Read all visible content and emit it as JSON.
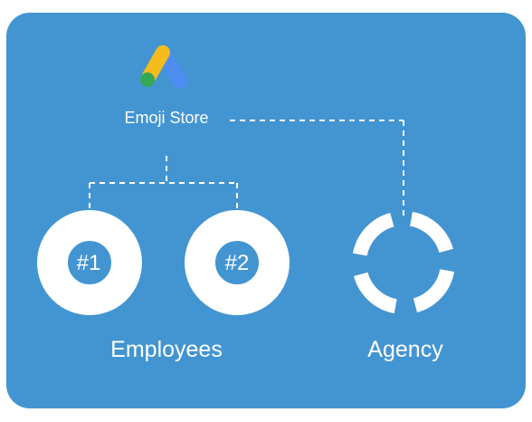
{
  "store": {
    "name": "Emoji Store",
    "logo_icon": "google-ads-logo-icon"
  },
  "employees": {
    "label": "Employees",
    "members": [
      {
        "badge": "#1"
      },
      {
        "badge": "#2"
      }
    ]
  },
  "agency": {
    "label": "Agency"
  },
  "colors": {
    "background": "#4395d2",
    "foreground": "#ffffff",
    "logo_yellow": "#f6bb1c",
    "logo_blue": "#4d8cf0",
    "logo_green": "#34a853"
  }
}
